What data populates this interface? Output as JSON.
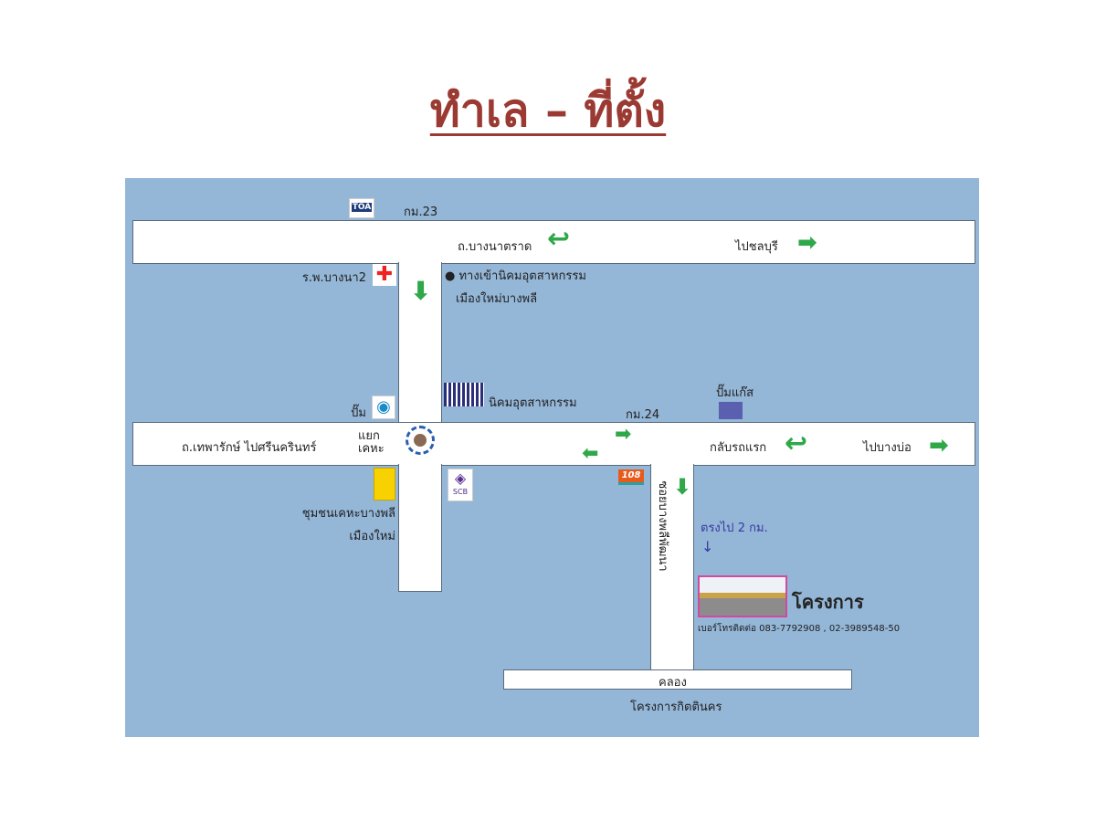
{
  "title": "ทำเล – ที่ตั้ง",
  "labels": {
    "km23": "กม.23",
    "road_bangna_trat": "ถ.บางนาตราด",
    "to_chonburi": "ไปชลบุรี",
    "hospital": "ร.พ.บางนา2",
    "estate_entrance_1": "ทางเข้านิคมอุตสาหกรรม",
    "estate_entrance_2": "เมืองใหม่บางพลี",
    "estate": "นิคมอุตสาหกรรม",
    "gas_pump": "ปั๊มแก๊ส",
    "km24": "กม.24",
    "pump": "ปั๊ม",
    "road_thepharak": "ถ.เทพารักษ์ ไปศรีนครินทร์",
    "intersection": "แยกเคหะ",
    "u_turn": "กลับรถแรก",
    "to_bangbo": "ไปบางบ่อ",
    "community_1": "ชุมชนเคหะบางพลี",
    "community_2": "เมืองใหม่",
    "soi": "ซอยบางพลีพัฒนา",
    "straight": "ตรงไป 2 กม.",
    "project": "โครงการ",
    "phone": "เบอร์โทรติดต่อ 083-7792908 , 02-3989548-50",
    "canal": "คลอง",
    "project_name": "โครงการกิตตินคร"
  },
  "logos": {
    "toa": "TOA",
    "scb": "SCB",
    "store108": "108"
  },
  "colors": {
    "map_bg": "#94b6d7",
    "arrow": "#2fa84a",
    "title": "#9b3a33"
  }
}
